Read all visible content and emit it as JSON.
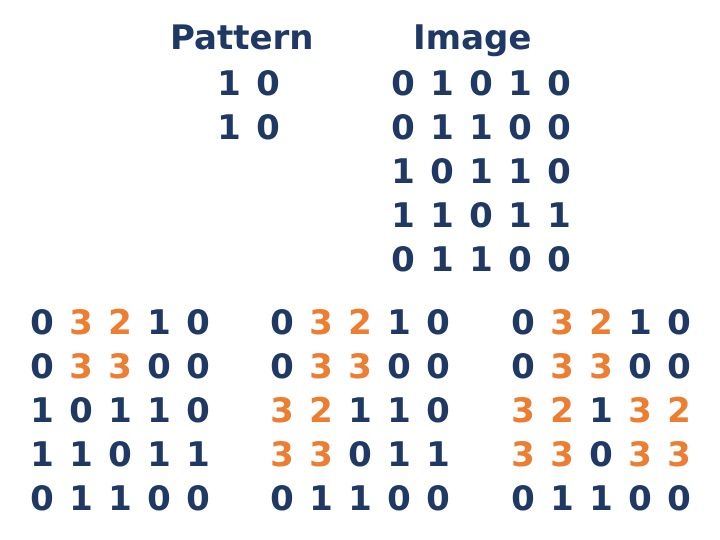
{
  "colors": {
    "text": "#1f3864",
    "highlight": "#ed7d31",
    "background": "#ffffff"
  },
  "pattern": {
    "title": "Pattern",
    "rows": [
      [
        "1",
        "0"
      ],
      [
        "1",
        "0"
      ]
    ]
  },
  "image": {
    "title": "Image",
    "rows": [
      [
        "0",
        "1",
        "0",
        "1",
        "0"
      ],
      [
        "0",
        "1",
        "1",
        "0",
        "0"
      ],
      [
        "1",
        "0",
        "1",
        "1",
        "0"
      ],
      [
        "1",
        "1",
        "0",
        "1",
        "1"
      ],
      [
        "0",
        "1",
        "1",
        "0",
        "0"
      ]
    ]
  },
  "results": [
    {
      "rows": [
        [
          "0",
          "3",
          "2",
          "1",
          "0"
        ],
        [
          "0",
          "3",
          "3",
          "0",
          "0"
        ],
        [
          "1",
          "0",
          "1",
          "1",
          "0"
        ],
        [
          "1",
          "1",
          "0",
          "1",
          "1"
        ],
        [
          "0",
          "1",
          "1",
          "0",
          "0"
        ]
      ],
      "highlighted": [
        [
          0,
          1
        ],
        [
          0,
          2
        ],
        [
          1,
          1
        ],
        [
          1,
          2
        ]
      ]
    },
    {
      "rows": [
        [
          "0",
          "3",
          "2",
          "1",
          "0"
        ],
        [
          "0",
          "3",
          "3",
          "0",
          "0"
        ],
        [
          "3",
          "2",
          "1",
          "1",
          "0"
        ],
        [
          "3",
          "3",
          "0",
          "1",
          "1"
        ],
        [
          "0",
          "1",
          "1",
          "0",
          "0"
        ]
      ],
      "highlighted": [
        [
          0,
          1
        ],
        [
          0,
          2
        ],
        [
          1,
          1
        ],
        [
          1,
          2
        ],
        [
          2,
          0
        ],
        [
          2,
          1
        ],
        [
          3,
          0
        ],
        [
          3,
          1
        ]
      ]
    },
    {
      "rows": [
        [
          "0",
          "3",
          "2",
          "1",
          "0"
        ],
        [
          "0",
          "3",
          "3",
          "0",
          "0"
        ],
        [
          "3",
          "2",
          "1",
          "3",
          "2"
        ],
        [
          "3",
          "3",
          "0",
          "3",
          "3"
        ],
        [
          "0",
          "1",
          "1",
          "0",
          "0"
        ]
      ],
      "highlighted": [
        [
          0,
          1
        ],
        [
          0,
          2
        ],
        [
          1,
          1
        ],
        [
          1,
          2
        ],
        [
          2,
          0
        ],
        [
          2,
          1
        ],
        [
          3,
          0
        ],
        [
          3,
          1
        ],
        [
          2,
          3
        ],
        [
          2,
          4
        ],
        [
          3,
          3
        ],
        [
          3,
          4
        ]
      ]
    }
  ]
}
